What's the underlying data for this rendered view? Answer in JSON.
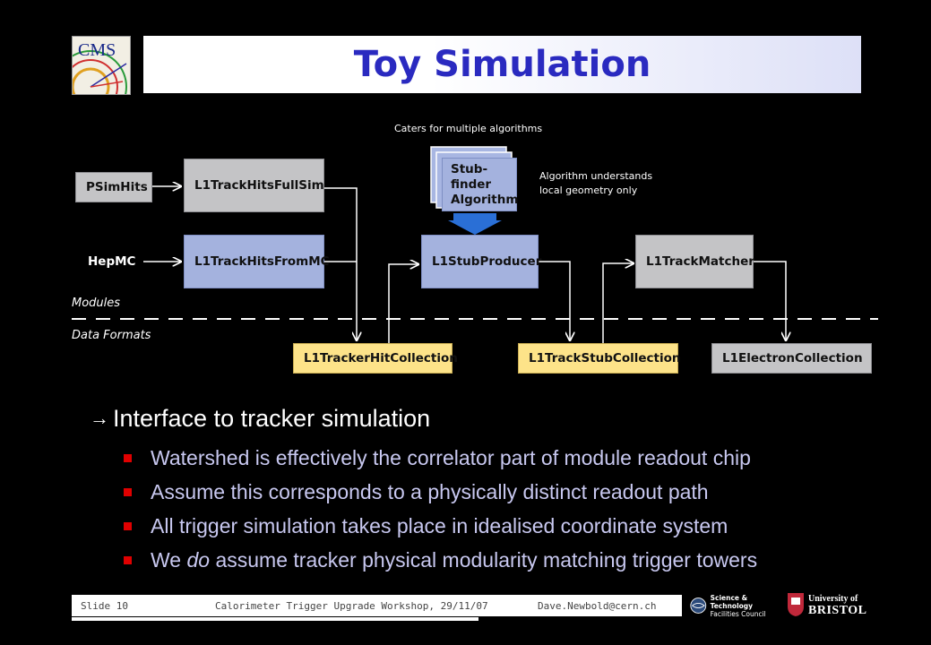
{
  "title": "Toy Simulation",
  "logo_cms": "CMS",
  "diagram": {
    "caption_top": "Caters for multiple algorithms",
    "stub_finder": "Stub-finder Algorithm",
    "stub_note": "Algorithm understands local geometry only",
    "psimhits": "PSimHits",
    "hepmc": "HepMC",
    "fullsim": "L1TrackHitsFullSim",
    "frommc": "L1TrackHitsFromMC",
    "stubproducer": "L1StubProducer",
    "trackmatcher": "L1TrackMatcher",
    "modules_label": "Modules",
    "dataformats_label": "Data Formats",
    "hitcollection": "L1TrackerHitCollection",
    "stubcollection": "L1TrackStubCollection",
    "electroncollection": "L1ElectronCollection"
  },
  "bullets": {
    "main": "Interface to tracker simulation",
    "items": [
      "Watershed is effectively the correlator part of module readout chip",
      "Assume this corresponds to a physically distinct readout path",
      "All trigger simulation takes place in idealised coordinate system"
    ],
    "last_pre": "We ",
    "last_em": "do",
    "last_post": " assume tracker physical modularity matching trigger towers"
  },
  "footer": {
    "slide": "Slide 10",
    "event": "Calorimeter Trigger Upgrade Workshop, 29/11/07",
    "email": "Dave.Newbold@cern.ch",
    "stfc_line1": "Science & Technology",
    "stfc_line2": "Facilities Council",
    "bristol_line1": "University of",
    "bristol_line2": "BRISTOL"
  }
}
